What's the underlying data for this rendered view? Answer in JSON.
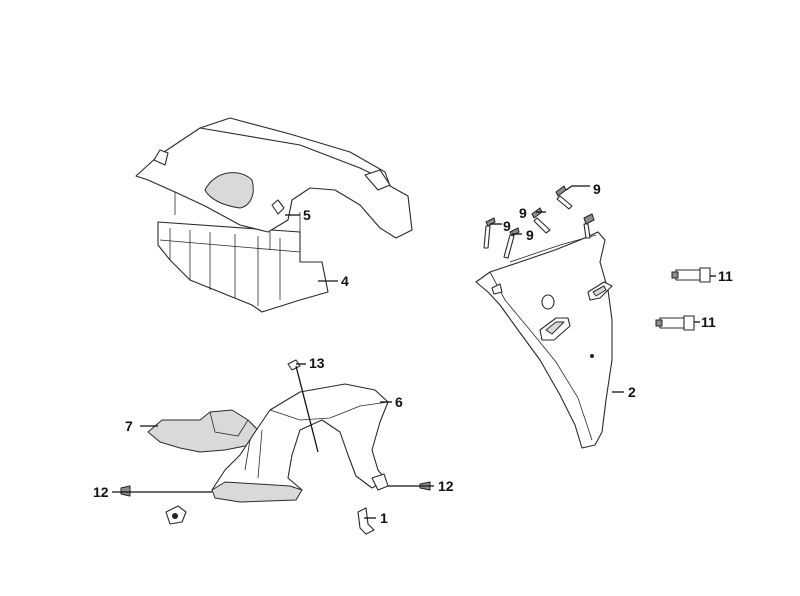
{
  "callouts": {
    "c1": "1",
    "c2": "2",
    "c4": "4",
    "c5": "5",
    "c6": "6",
    "c7": "7",
    "c9a": "9",
    "c9b": "9",
    "c9c": "9",
    "c9d": "9",
    "c11a": "11",
    "c11b": "11",
    "c12a": "12",
    "c12b": "12",
    "c13": "13"
  }
}
